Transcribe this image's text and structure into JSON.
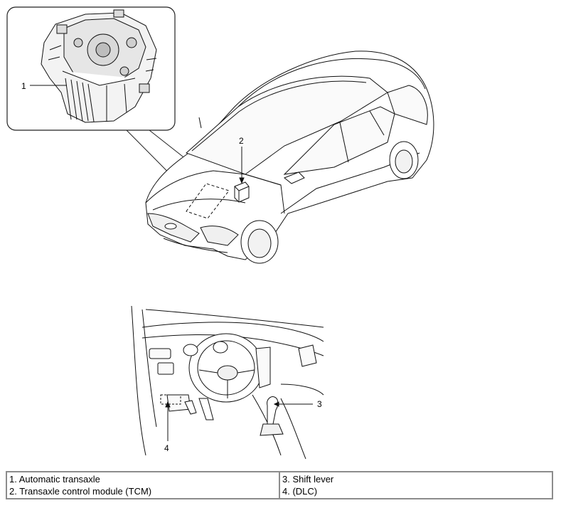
{
  "callouts": {
    "c1": "1",
    "c2": "2",
    "c3": "3",
    "c4": "4"
  },
  "legend": {
    "left": [
      "1. Automatic transaxle",
      "2. Transaxle control module (TCM)"
    ],
    "right": [
      "3. Shift lever",
      "4. (DLC)"
    ]
  }
}
